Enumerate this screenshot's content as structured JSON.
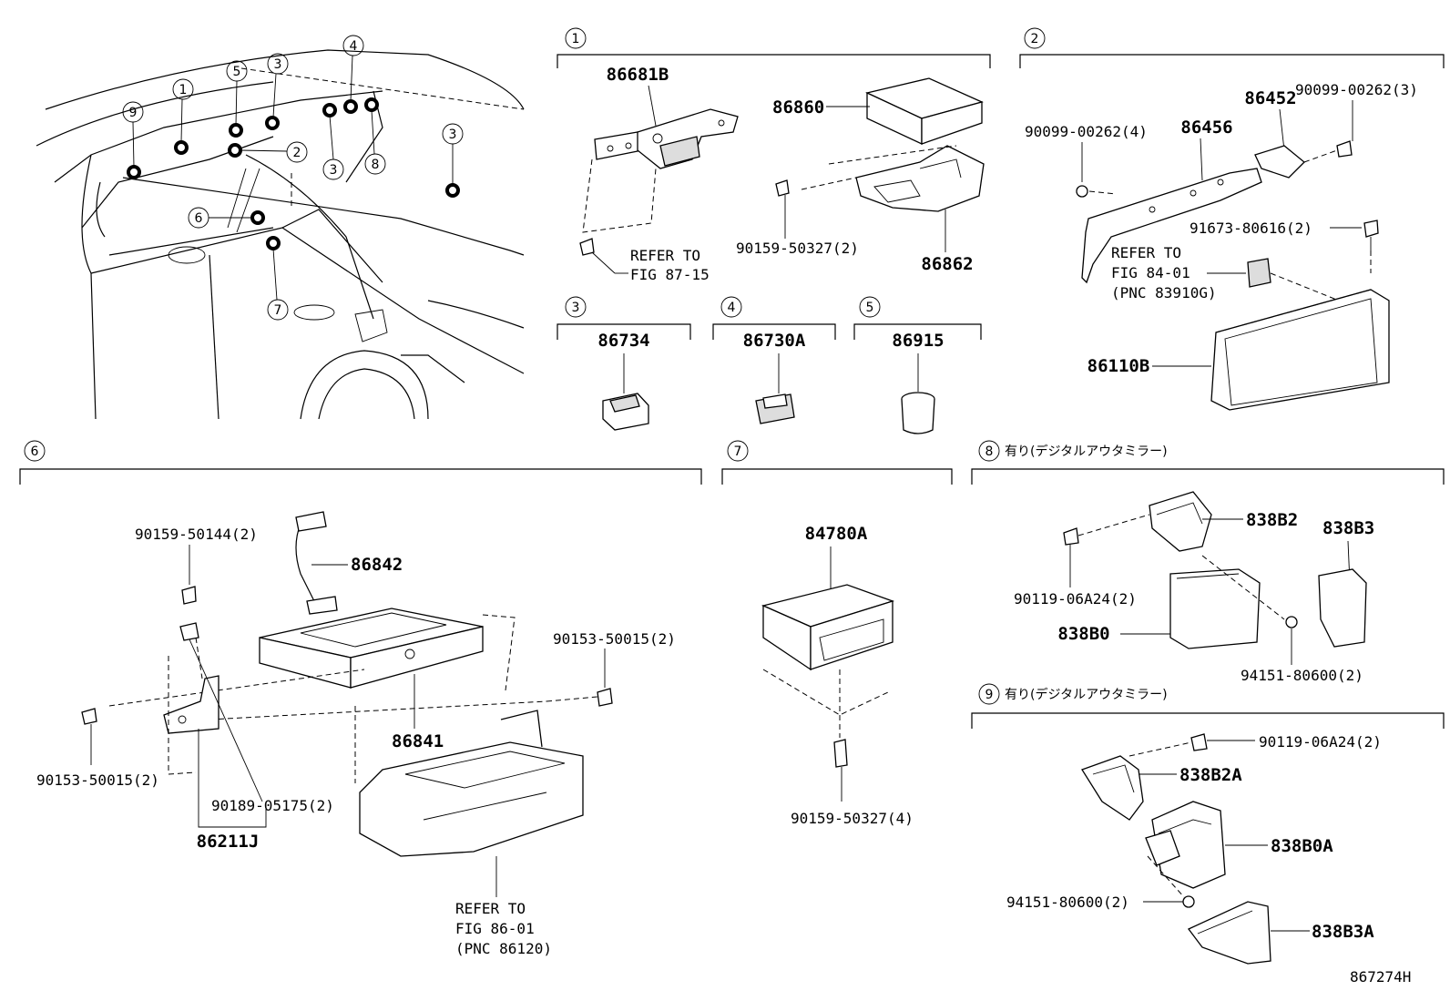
{
  "diagram_id": "867274H",
  "overview": {
    "callouts": [
      "1",
      "2",
      "3",
      "3",
      "3",
      "4",
      "5",
      "6",
      "7",
      "8",
      "9"
    ]
  },
  "groups": {
    "g1": {
      "num": "1",
      "parts": [
        "86681B",
        "86860",
        "86862"
      ],
      "screw": "90159-50327(2)",
      "refer": [
        "REFER TO",
        "FIG 87-15"
      ]
    },
    "g2": {
      "num": "2",
      "parts": [
        "86452",
        "86456",
        "86110B"
      ],
      "screws": [
        "90099-00262(3)",
        "90099-00262(4)",
        "91673-80616(2)"
      ],
      "refer": [
        "REFER TO",
        "FIG 84-01",
        "(PNC 83910G)"
      ]
    },
    "g3": {
      "num": "3",
      "part": "86734"
    },
    "g4": {
      "num": "4",
      "part": "86730A"
    },
    "g5": {
      "num": "5",
      "part": "86915"
    },
    "g6": {
      "num": "6",
      "parts": [
        "86842",
        "86841",
        "86211J"
      ],
      "screws": [
        "90159-50144(2)",
        "90153-50015(2)",
        "90153-50015(2)",
        "90189-05175(2)"
      ],
      "refer": [
        "REFER TO",
        "FIG 86-01",
        "(PNC 86120)"
      ]
    },
    "g7": {
      "num": "7",
      "part": "84780A",
      "screw": "90159-50327(4)"
    },
    "g8": {
      "num": "8",
      "note": "有り(デジタルアウタミラー)",
      "parts": [
        "838B2",
        "838B3",
        "838B0"
      ],
      "screws": [
        "90119-06A24(2)",
        "94151-80600(2)"
      ]
    },
    "g9": {
      "num": "9",
      "note": "有り(デジタルアウタミラー)",
      "parts": [
        "838B2A",
        "838B0A",
        "838B3A"
      ],
      "screws": [
        "90119-06A24(2)",
        "94151-80600(2)"
      ]
    }
  }
}
